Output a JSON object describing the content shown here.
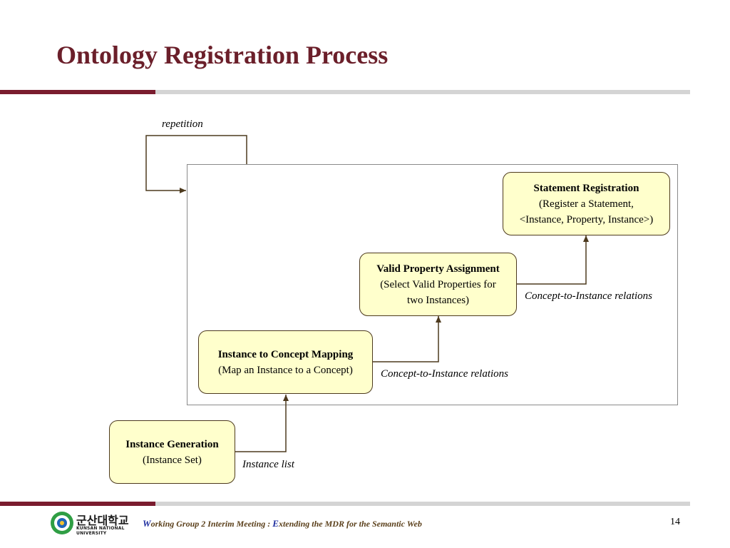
{
  "slide": {
    "title": "Ontology Registration Process",
    "page_number": "14"
  },
  "diagram": {
    "loop_label": "repetition",
    "boxes": {
      "statement": {
        "heading": "Statement Registration",
        "line1": "(Register a Statement,",
        "line2": "<Instance, Property, Instance>)"
      },
      "property": {
        "heading": "Valid Property Assignment",
        "line1": "(Select Valid Properties for",
        "line2": "two Instances)"
      },
      "mapping": {
        "heading": "Instance to Concept Mapping",
        "line1": "(Map an Instance to a Concept)"
      },
      "generation": {
        "heading": "Instance Generation",
        "line1": "(Instance Set)"
      }
    },
    "edge_labels": {
      "property_to_statement": "Concept-to-Instance relations",
      "mapping_to_property": "Concept-to-Instance relations",
      "generation_to_mapping": "Instance list"
    }
  },
  "footer": {
    "logo_korean": "군산대학교",
    "logo_english": "KUNSAN NATIONAL UNIVERSITY",
    "text_w_cap": "W",
    "text_part1": "orking Group 2 Interim Meeting : ",
    "text_e_cap": "E",
    "text_part2": "xtending the MDR for the Semantic Web"
  },
  "colors": {
    "title": "#6b1f2a",
    "accent_bar": "#7a1c2e",
    "box_fill": "#ffffcc",
    "connector": "#4d3a1e"
  }
}
